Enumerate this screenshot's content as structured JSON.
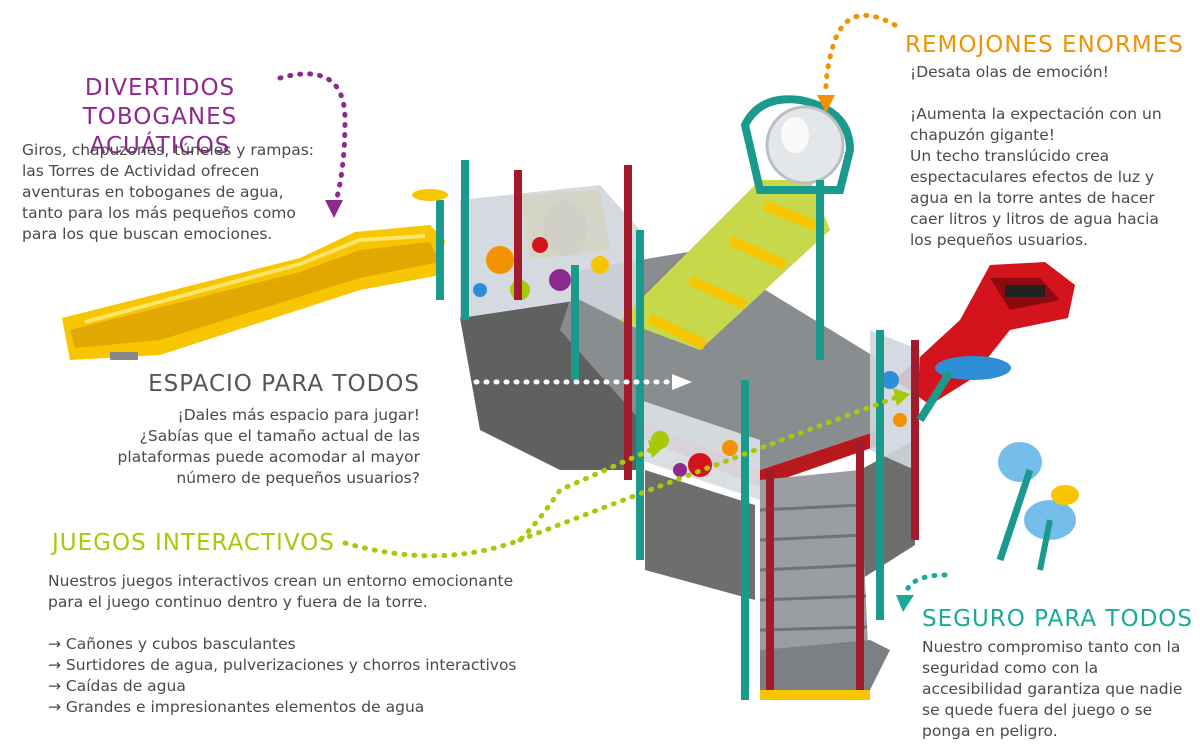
{
  "sections": {
    "toboganes": {
      "title_lines": [
        "DIVERTIDOS",
        "TOBOGANES ACUÁTICOS"
      ],
      "body_lines": [
        "Giros, chapuzones, túneles y rampas:",
        "las Torres de Actividad ofrecen",
        "aventuras en toboganes de agua,",
        "tanto para los más pequeños como",
        "para los que buscan emociones."
      ],
      "color": "#8e2a8e"
    },
    "remojones": {
      "title": "REMOJONES ENORMES",
      "body_lines": [
        "¡Desata olas de emoción!",
        "",
        "¡Aumenta la expectación con un",
        "chapuzón gigante!",
        "Un techo translúcido crea",
        "espectaculares efectos de luz y",
        "agua en la torre antes de hacer",
        "caer litros y litros de agua hacia",
        "los pequeños usuarios."
      ],
      "color": "#f39200"
    },
    "espacio": {
      "title": "ESPACIO PARA TODOS",
      "body_lines": [
        "¡Dales más espacio para jugar!",
        "¿Sabías que el tamaño actual de las",
        "plataformas puede acomodar al mayor",
        "número de pequeños usuarios?"
      ],
      "color": "#555555"
    },
    "juegos": {
      "title": "JUEGOS INTERACTIVOS",
      "body_lines": [
        "Nuestros juegos interactivos crean un entorno emocionante",
        "para el juego continuo dentro y fuera de la torre."
      ],
      "list": [
        "→ Cañones y cubos basculantes",
        "→ Surtidores de agua, pulverizaciones y chorros  interactivos",
        "→ Caídas de agua",
        "→ Grandes e impresionantes elementos de agua"
      ],
      "color": "#a6c90a"
    },
    "seguro": {
      "title": "SEGURO PARA TODOS",
      "body_lines": [
        "Nuestro compromiso tanto con la",
        "seguridad como con la",
        "accesibilidad garantiza que nadie",
        "se quede fuera del juego o se",
        "ponga en peligro."
      ],
      "color": "#1aa99a"
    }
  },
  "illustration": {
    "subject": "water-play-activity-tower",
    "colors": {
      "slide_yellow": "#f7c600",
      "slide_red": "#d4141c",
      "post_teal": "#1a9a8c",
      "post_red": "#a31a2a",
      "deck_gray": "#8a8d90",
      "panel_glass": "#cfd6dc",
      "bucket_blue": "#2f8fd6"
    }
  }
}
